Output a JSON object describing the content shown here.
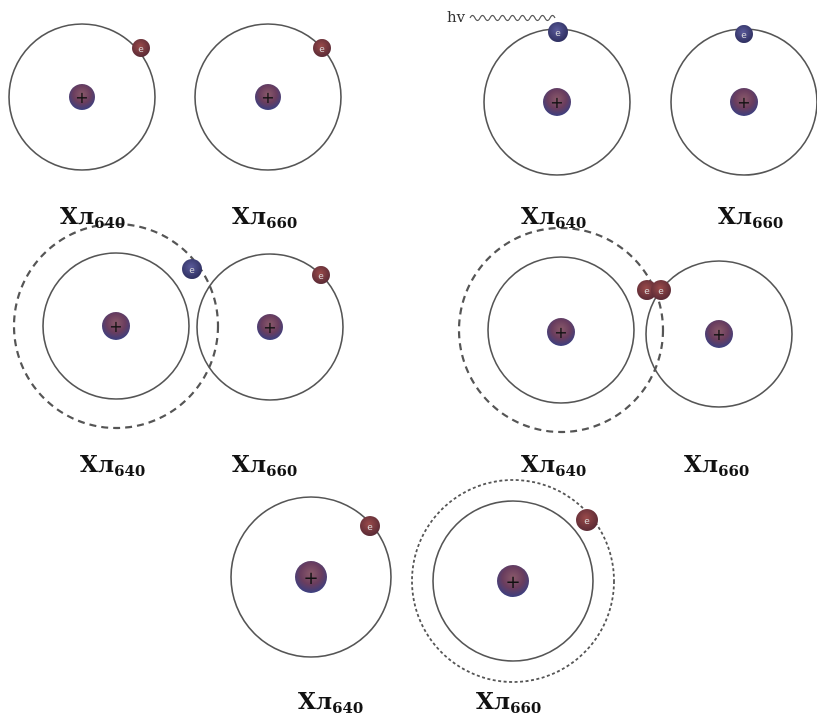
{
  "photon_label": "hv",
  "electron_symbol": "e",
  "nucleus_symbol": "+",
  "labels": [
    {
      "main": "Хл",
      "sub": "640"
    },
    {
      "main": "Хл",
      "sub": "660"
    }
  ],
  "colors": {
    "orbit": "#555555",
    "nucleus_top": "#7a3b55",
    "nucleus_bottom": "#3b3f80",
    "electron_red": "#7a3b3b",
    "electron_blue": "#3e3f78"
  }
}
